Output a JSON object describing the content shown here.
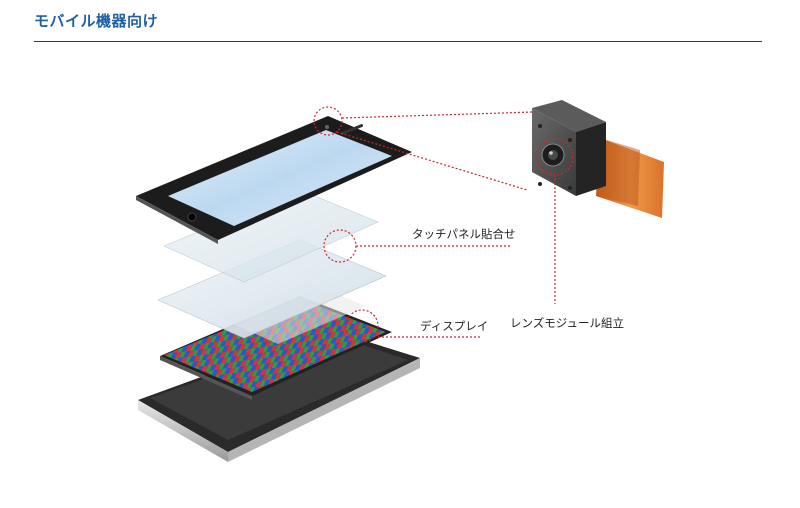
{
  "header": {
    "title": "モバイル機器向け"
  },
  "labels": {
    "touch_panel": "タッチパネル貼合せ",
    "display": "ディスプレイ",
    "lens_module": "レンズモジュール組立"
  },
  "colors": {
    "title_blue": "#1f5fa8",
    "callout_red": "#d0262a",
    "phone_frame": "#1c1c1c",
    "flex_cable": "#e07a28"
  },
  "icons": [
    "smartphone-front-panel-icon",
    "camera-lens-module-icon"
  ]
}
